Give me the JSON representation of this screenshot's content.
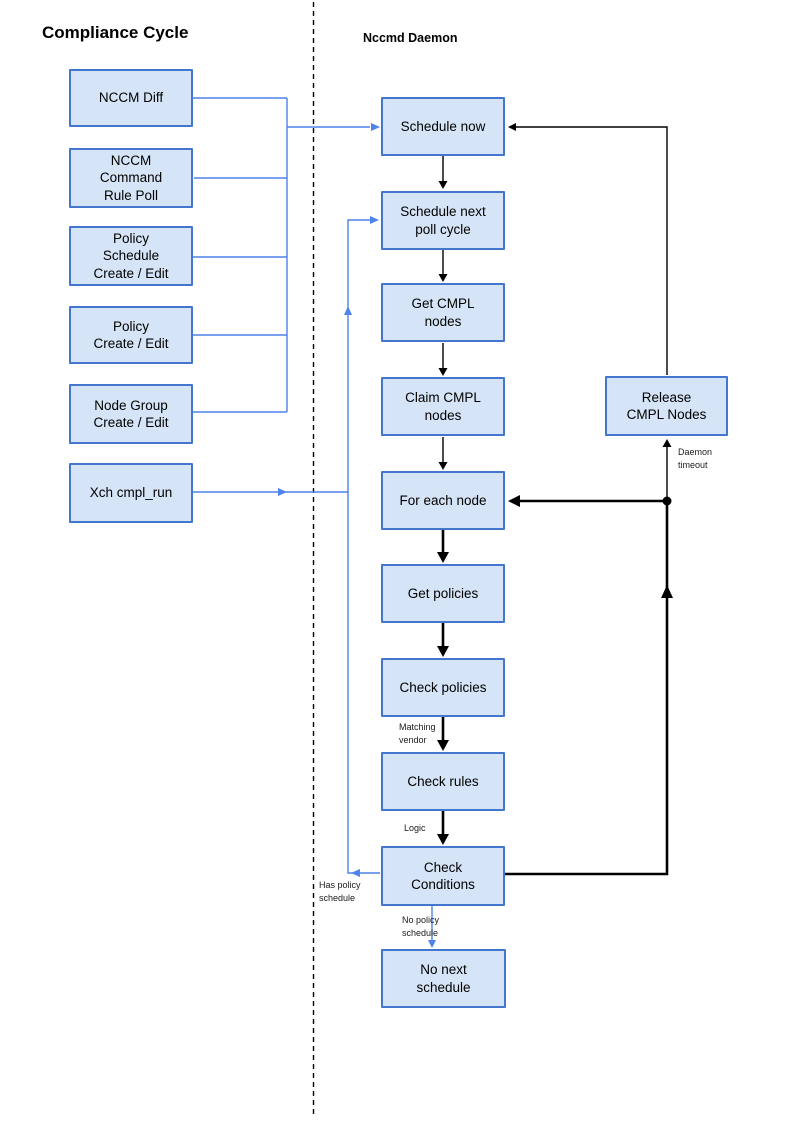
{
  "titles": {
    "left": "Compliance Cycle",
    "right": "Nccmd Daemon"
  },
  "left_column": {
    "nodes": [
      {
        "id": "nccm-diff",
        "label": "NCCM Diff"
      },
      {
        "id": "nccm-command-rule-poll",
        "label": "NCCM\nCommand\nRule Poll"
      },
      {
        "id": "policy-schedule-create-edit",
        "label": "Policy\nSchedule\nCreate / Edit"
      },
      {
        "id": "policy-create-edit",
        "label": "Policy\nCreate / Edit"
      },
      {
        "id": "node-group-create-edit",
        "label": "Node Group\nCreate / Edit"
      },
      {
        "id": "xch-cmpl-run",
        "label": "Xch cmpl_run"
      }
    ]
  },
  "daemon_column": {
    "nodes": [
      {
        "id": "schedule-now",
        "label": "Schedule now"
      },
      {
        "id": "schedule-next-poll-cycle",
        "label": "Schedule next\npoll cycle"
      },
      {
        "id": "get-cmpl-nodes",
        "label": "Get CMPL\nnodes"
      },
      {
        "id": "claim-cmpl-nodes",
        "label": "Claim CMPL\nnodes"
      },
      {
        "id": "for-each-node",
        "label": "For each node"
      },
      {
        "id": "get-policies",
        "label": "Get policies"
      },
      {
        "id": "check-policies",
        "label": "Check policies"
      },
      {
        "id": "check-rules",
        "label": "Check rules"
      },
      {
        "id": "check-conditions",
        "label": "Check\nConditions"
      },
      {
        "id": "no-next-schedule",
        "label": "No next\nschedule"
      }
    ]
  },
  "side_node": {
    "id": "release-cmpl-nodes",
    "label": "Release\nCMPL Nodes"
  },
  "edge_labels": {
    "matching_vendor": "Matching\nvendor",
    "logic": "Logic",
    "has_policy_schedule": "Has policy\nschedule",
    "no_policy_schedule": "No policy\nschedule",
    "daemon_timeout": "Daemon\ntimeout"
  },
  "colors": {
    "node_fill": "#d5e4f6",
    "node_border": "#4377cd",
    "blue_connector": "#4e82ec",
    "black_connector": "#000000"
  }
}
